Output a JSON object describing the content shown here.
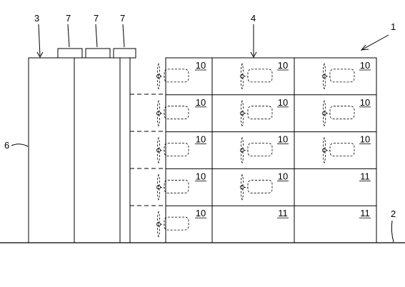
{
  "figure": {
    "ref_labels": {
      "system": "1",
      "ground": "2",
      "left_unit": "3",
      "right_unit": "4",
      "side_panel": "6",
      "roof_box": "7"
    },
    "cells": [
      [
        "10",
        "10",
        "10"
      ],
      [
        "10",
        "10",
        "10"
      ],
      [
        "10",
        "10",
        "10"
      ],
      [
        "10",
        "10",
        "11"
      ],
      [
        "10",
        "11",
        "11"
      ]
    ]
  }
}
